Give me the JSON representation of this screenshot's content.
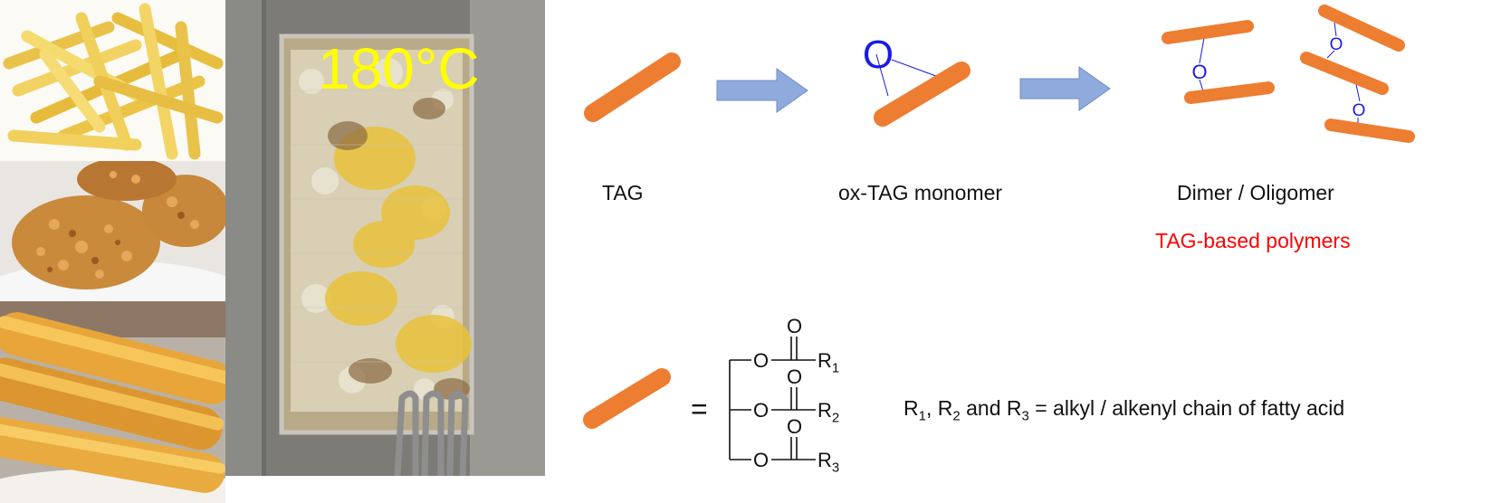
{
  "photo_panel": {
    "temperature": "180°C",
    "foods": [
      "french-fries",
      "fried-chicken",
      "youtiao-fried-dough"
    ]
  },
  "stages": {
    "tag_label": "TAG",
    "oxtag_label": "ox-TAG monomer",
    "dimer_label": "Dimer / Oligomer",
    "polymers_label": "TAG-based polymers"
  },
  "oxygen_symbol": "O",
  "legend": {
    "equals": "=",
    "ester_o": "O",
    "carbonyl_o": "O",
    "r_groups": [
      "R",
      "R",
      "R"
    ],
    "r_subscripts": [
      "1",
      "2",
      "3"
    ],
    "definition": {
      "r": "R",
      "sub1": "1",
      "sep1": ", ",
      "sub2": "2",
      "sep2": " and ",
      "sub3": "3",
      "rest": " = alkyl / alkenyl chain of fatty acid"
    }
  },
  "colors": {
    "chain": "#ED7D31",
    "chain_edge": "#D86A1E",
    "arrow": "#8FAADC",
    "arrow_edge": "#6F8FC9",
    "oxygen": "#1A1AE6",
    "highlight": "#FF0000",
    "temperature": "#FFFF00"
  }
}
